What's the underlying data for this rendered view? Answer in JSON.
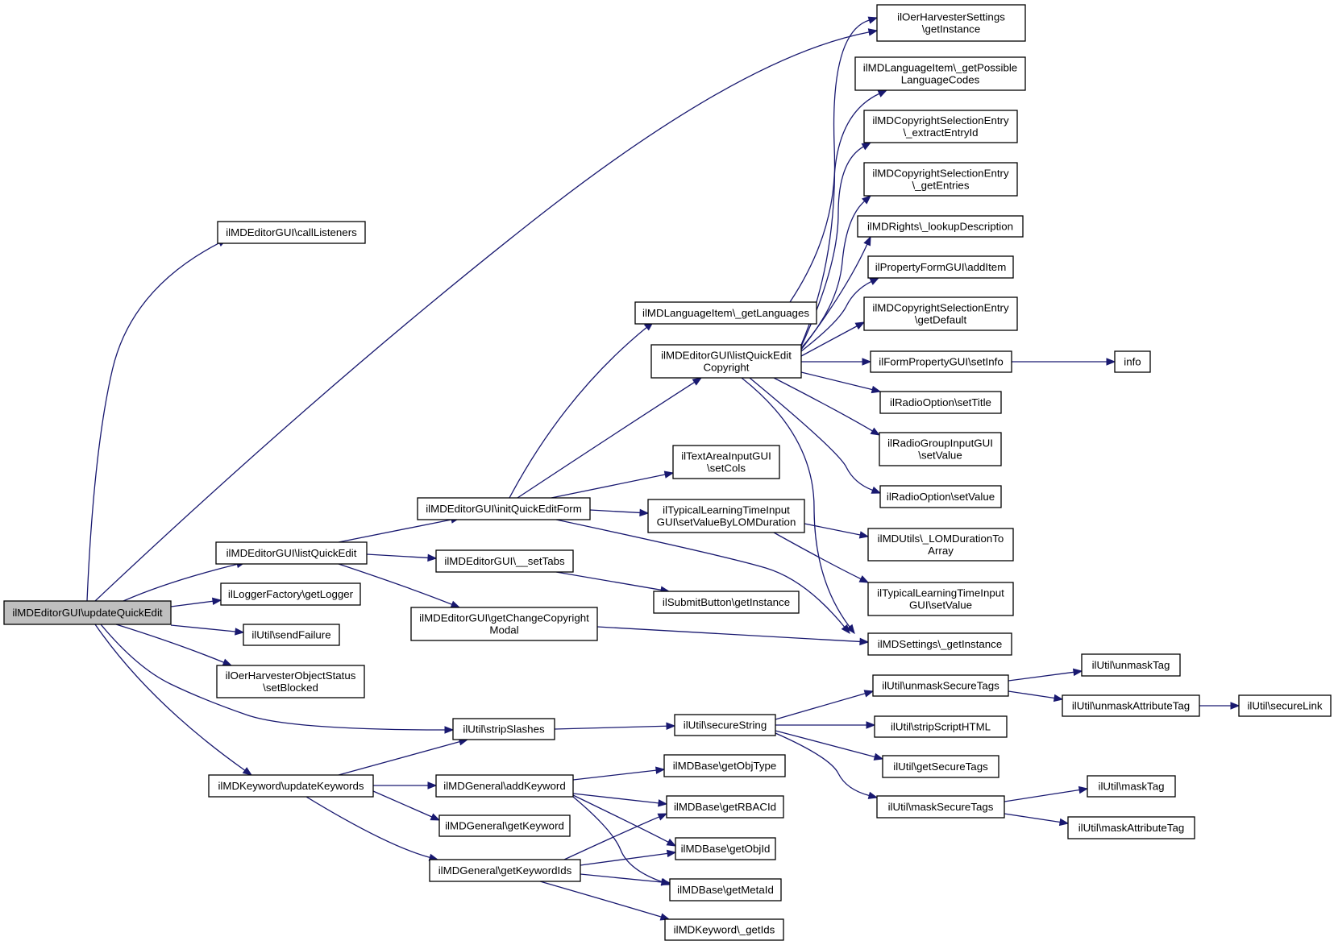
{
  "nodes": [
    {
      "id": "root",
      "lines": [
        "ilMDEditorGUI\\updateQuickEdit"
      ],
      "root": true
    },
    {
      "id": "callListeners",
      "lines": [
        "ilMDEditorGUI\\callListeners"
      ]
    },
    {
      "id": "listQuickEdit",
      "lines": [
        "ilMDEditorGUI\\listQuickEdit"
      ]
    },
    {
      "id": "getLogger",
      "lines": [
        "ilLoggerFactory\\getLogger"
      ]
    },
    {
      "id": "sendFailure",
      "lines": [
        "ilUtil\\sendFailure"
      ]
    },
    {
      "id": "setBlocked",
      "lines": [
        "ilOerHarvesterObjectStatus",
        "\\setBlocked"
      ]
    },
    {
      "id": "updateKeywords",
      "lines": [
        "ilMDKeyword\\updateKeywords"
      ]
    },
    {
      "id": "stripSlashes",
      "lines": [
        "ilUtil\\stripSlashes"
      ]
    },
    {
      "id": "initQuickEditForm",
      "lines": [
        "ilMDEditorGUI\\initQuickEditForm"
      ]
    },
    {
      "id": "setTabs",
      "lines": [
        "ilMDEditorGUI\\__setTabs"
      ]
    },
    {
      "id": "getChangeCopyrightModal",
      "lines": [
        "ilMDEditorGUI\\getChangeCopyright",
        "Modal"
      ]
    },
    {
      "id": "getLanguages",
      "lines": [
        "ilMDLanguageItem\\_getLanguages"
      ]
    },
    {
      "id": "listQuickEditCopyright",
      "lines": [
        "ilMDEditorGUI\\listQuickEdit",
        "Copyright"
      ]
    },
    {
      "id": "setCols",
      "lines": [
        "ilTextAreaInputGUI",
        "\\setCols"
      ]
    },
    {
      "id": "setValueByLOMDuration",
      "lines": [
        "ilTypicalLearningTimeInput",
        "GUI\\setValueByLOMDuration"
      ]
    },
    {
      "id": "submitGetInstance",
      "lines": [
        "ilSubmitButton\\getInstance"
      ]
    },
    {
      "id": "secureString",
      "lines": [
        "ilUtil\\secureString"
      ]
    },
    {
      "id": "addKeyword",
      "lines": [
        "ilMDGeneral\\addKeyword"
      ]
    },
    {
      "id": "getKeyword",
      "lines": [
        "ilMDGeneral\\getKeyword"
      ]
    },
    {
      "id": "getKeywordIds",
      "lines": [
        "ilMDGeneral\\getKeywordIds"
      ]
    },
    {
      "id": "oerGetInstance",
      "lines": [
        "ilOerHarvesterSettings",
        "\\getInstance"
      ]
    },
    {
      "id": "getPossibleLanguageCodes",
      "lines": [
        "ilMDLanguageItem\\_getPossible",
        "LanguageCodes"
      ]
    },
    {
      "id": "extractEntryId",
      "lines": [
        "ilMDCopyrightSelectionEntry",
        "\\_extractEntryId"
      ]
    },
    {
      "id": "getEntries",
      "lines": [
        "ilMDCopyrightSelectionEntry",
        "\\_getEntries"
      ]
    },
    {
      "id": "lookupDescription",
      "lines": [
        "ilMDRights\\_lookupDescription"
      ]
    },
    {
      "id": "addItem",
      "lines": [
        "ilPropertyFormGUI\\addItem"
      ]
    },
    {
      "id": "getDefault",
      "lines": [
        "ilMDCopyrightSelectionEntry",
        "\\getDefault"
      ]
    },
    {
      "id": "setInfo",
      "lines": [
        "ilFormPropertyGUI\\setInfo"
      ]
    },
    {
      "id": "info",
      "lines": [
        "info"
      ]
    },
    {
      "id": "setTitle",
      "lines": [
        "ilRadioOption\\setTitle"
      ]
    },
    {
      "id": "radioGroupSetValue",
      "lines": [
        "ilRadioGroupInputGUI",
        "\\setValue"
      ]
    },
    {
      "id": "radioOptionSetValue",
      "lines": [
        "ilRadioOption\\setValue"
      ]
    },
    {
      "id": "lomDurationToArray",
      "lines": [
        "ilMDUtils\\_LOMDurationTo",
        "Array"
      ]
    },
    {
      "id": "typicalSetValue",
      "lines": [
        "ilTypicalLearningTimeInput",
        "GUI\\setValue"
      ]
    },
    {
      "id": "mdSettingsGetInstance",
      "lines": [
        "ilMDSettings\\_getInstance"
      ]
    },
    {
      "id": "unmaskSecureTags",
      "lines": [
        "ilUtil\\unmaskSecureTags"
      ]
    },
    {
      "id": "stripScriptHTML",
      "lines": [
        "ilUtil\\stripScriptHTML"
      ]
    },
    {
      "id": "getSecureTags",
      "lines": [
        "ilUtil\\getSecureTags"
      ]
    },
    {
      "id": "maskSecureTags",
      "lines": [
        "ilUtil\\maskSecureTags"
      ]
    },
    {
      "id": "unmaskTag",
      "lines": [
        "ilUtil\\unmaskTag"
      ]
    },
    {
      "id": "unmaskAttributeTag",
      "lines": [
        "ilUtil\\unmaskAttributeTag"
      ]
    },
    {
      "id": "secureLink",
      "lines": [
        "ilUtil\\secureLink"
      ]
    },
    {
      "id": "maskTag",
      "lines": [
        "ilUtil\\maskTag"
      ]
    },
    {
      "id": "maskAttributeTag",
      "lines": [
        "ilUtil\\maskAttributeTag"
      ]
    },
    {
      "id": "getObjType",
      "lines": [
        "ilMDBase\\getObjType"
      ]
    },
    {
      "id": "getRBACId",
      "lines": [
        "ilMDBase\\getRBACId"
      ]
    },
    {
      "id": "getObjId",
      "lines": [
        "ilMDBase\\getObjId"
      ]
    },
    {
      "id": "getMetaId",
      "lines": [
        "ilMDBase\\getMetaId"
      ]
    },
    {
      "id": "getIds",
      "lines": [
        "ilMDKeyword\\_getIds"
      ]
    }
  ],
  "edges": [
    [
      "root",
      "callListeners"
    ],
    [
      "root",
      "listQuickEdit"
    ],
    [
      "root",
      "getLogger"
    ],
    [
      "root",
      "sendFailure"
    ],
    [
      "root",
      "setBlocked"
    ],
    [
      "root",
      "updateKeywords"
    ],
    [
      "root",
      "stripSlashes"
    ],
    [
      "root",
      "oerGetInstance"
    ],
    [
      "listQuickEdit",
      "initQuickEditForm"
    ],
    [
      "listQuickEdit",
      "setTabs"
    ],
    [
      "listQuickEdit",
      "getChangeCopyrightModal"
    ],
    [
      "initQuickEditForm",
      "getLanguages"
    ],
    [
      "initQuickEditForm",
      "listQuickEditCopyright"
    ],
    [
      "initQuickEditForm",
      "setCols"
    ],
    [
      "initQuickEditForm",
      "setValueByLOMDuration"
    ],
    [
      "initQuickEditForm",
      "mdSettingsGetInstance"
    ],
    [
      "setTabs",
      "submitGetInstance"
    ],
    [
      "getChangeCopyrightModal",
      "mdSettingsGetInstance"
    ],
    [
      "getLanguages",
      "getPossibleLanguageCodes"
    ],
    [
      "listQuickEditCopyright",
      "oerGetInstance"
    ],
    [
      "listQuickEditCopyright",
      "extractEntryId"
    ],
    [
      "listQuickEditCopyright",
      "getEntries"
    ],
    [
      "listQuickEditCopyright",
      "lookupDescription"
    ],
    [
      "listQuickEditCopyright",
      "addItem"
    ],
    [
      "listQuickEditCopyright",
      "getDefault"
    ],
    [
      "listQuickEditCopyright",
      "setInfo"
    ],
    [
      "listQuickEditCopyright",
      "setTitle"
    ],
    [
      "listQuickEditCopyright",
      "radioGroupSetValue"
    ],
    [
      "listQuickEditCopyright",
      "radioOptionSetValue"
    ],
    [
      "listQuickEditCopyright",
      "mdSettingsGetInstance"
    ],
    [
      "setInfo",
      "info"
    ],
    [
      "setValueByLOMDuration",
      "lomDurationToArray"
    ],
    [
      "setValueByLOMDuration",
      "typicalSetValue"
    ],
    [
      "stripSlashes",
      "secureString"
    ],
    [
      "secureString",
      "unmaskSecureTags"
    ],
    [
      "secureString",
      "stripScriptHTML"
    ],
    [
      "secureString",
      "getSecureTags"
    ],
    [
      "secureString",
      "maskSecureTags"
    ],
    [
      "unmaskSecureTags",
      "unmaskTag"
    ],
    [
      "unmaskSecureTags",
      "unmaskAttributeTag"
    ],
    [
      "unmaskAttributeTag",
      "secureLink"
    ],
    [
      "maskSecureTags",
      "maskTag"
    ],
    [
      "maskSecureTags",
      "maskAttributeTag"
    ],
    [
      "updateKeywords",
      "stripSlashes"
    ],
    [
      "updateKeywords",
      "addKeyword"
    ],
    [
      "updateKeywords",
      "getKeyword"
    ],
    [
      "updateKeywords",
      "getKeywordIds"
    ],
    [
      "addKeyword",
      "getObjType"
    ],
    [
      "addKeyword",
      "getRBACId"
    ],
    [
      "addKeyword",
      "getObjId"
    ],
    [
      "addKeyword",
      "getMetaId"
    ],
    [
      "getKeywordIds",
      "getRBACId"
    ],
    [
      "getKeywordIds",
      "getObjId"
    ],
    [
      "getKeywordIds",
      "getMetaId"
    ],
    [
      "getKeywordIds",
      "getIds"
    ]
  ],
  "colors": {
    "edge": "#191970",
    "root_fill": "#bfbfbf",
    "node_fill": "#ffffff",
    "border": "#000000"
  }
}
